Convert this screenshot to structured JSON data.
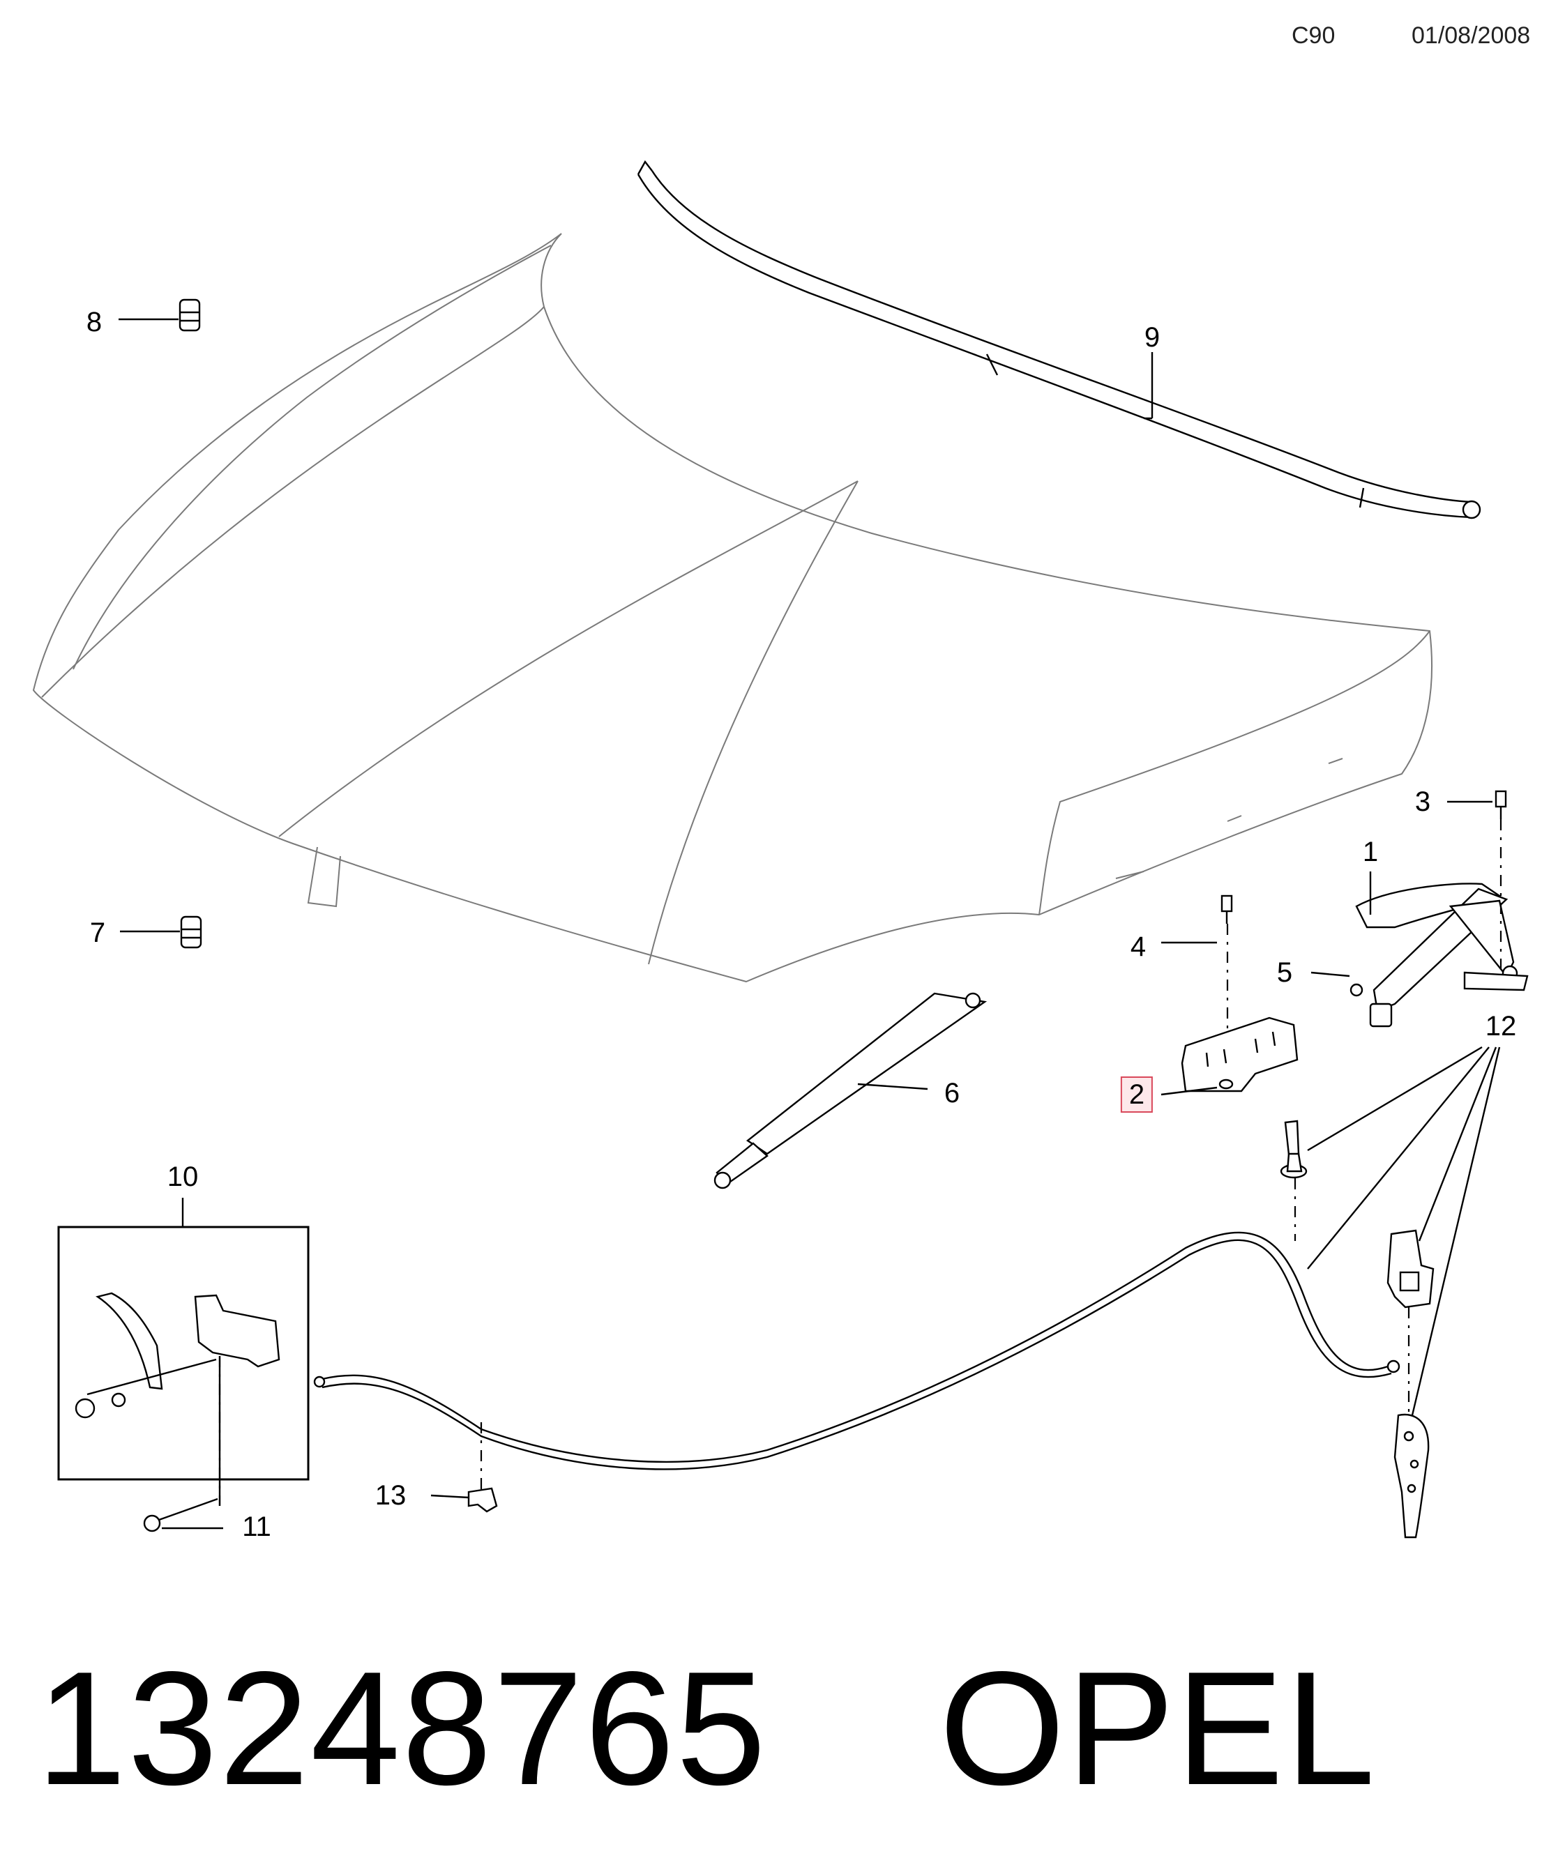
{
  "header": {
    "code": "C90",
    "date": "01/08/2008"
  },
  "callouts": [
    {
      "id": "1",
      "label": "1"
    },
    {
      "id": "2",
      "label": "2",
      "highlighted": true
    },
    {
      "id": "3",
      "label": "3"
    },
    {
      "id": "4",
      "label": "4"
    },
    {
      "id": "5",
      "label": "5"
    },
    {
      "id": "6",
      "label": "6"
    },
    {
      "id": "7",
      "label": "7"
    },
    {
      "id": "8",
      "label": "8"
    },
    {
      "id": "9",
      "label": "9"
    },
    {
      "id": "10",
      "label": "10"
    },
    {
      "id": "11",
      "label": "11"
    },
    {
      "id": "12",
      "label": "12"
    },
    {
      "id": "13",
      "label": "13"
    }
  ],
  "footer": {
    "part_number": "13248765",
    "brand": "OPEL"
  },
  "colors": {
    "highlight_fill": "#fde8ea",
    "highlight_border": "#d9485a"
  }
}
